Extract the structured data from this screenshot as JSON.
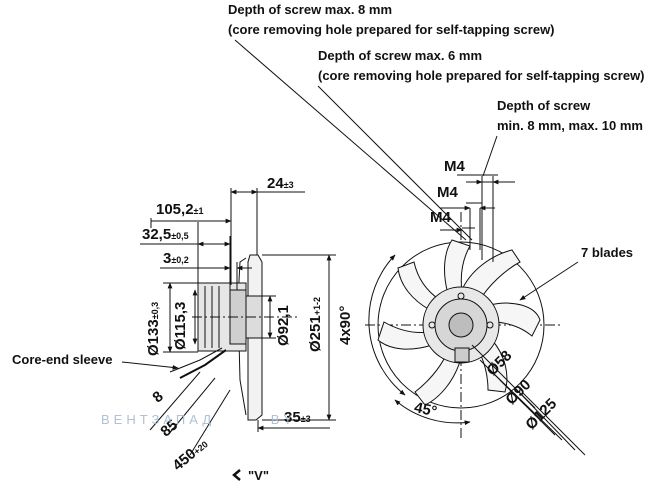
{
  "notes": {
    "screw1_line1": "Depth of screw max. 8 mm",
    "screw1_line2": "(core removing hole prepared for self-tapping screw)",
    "screw2_line1": "Depth of screw max. 6 mm",
    "screw2_line2": "(core removing hole prepared for self-tapping screw)",
    "screw3_line1": "Depth of screw",
    "screw3_line2": "min. 8 mm, max. 10 mm"
  },
  "threads": {
    "m4_a": "M4",
    "m4_b": "M4",
    "m4_c": "M4"
  },
  "side_view": {
    "dim_24": {
      "value": "24",
      "tol": "±3"
    },
    "dim_105": {
      "value": "105,2",
      "tol": "±1"
    },
    "dim_32": {
      "value": "32,5",
      "tol": "±0,5"
    },
    "dim_3": {
      "value": "3",
      "tol": "±0,2"
    },
    "dim_d133": {
      "value": "Ø133",
      "tol": "±0,3"
    },
    "dim_d115": {
      "value": "Ø115,3",
      "tol": ""
    },
    "dim_d92": {
      "value": "Ø92,1",
      "tol": ""
    },
    "dim_d251": {
      "value": "Ø251",
      "tol_up": "+1",
      "tol_down": "-2"
    },
    "dim_8": {
      "value": "8",
      "tol": ""
    },
    "dim_85": {
      "value": "85",
      "tol": ""
    },
    "dim_450": {
      "value": "450",
      "tol": "+20"
    },
    "dim_35": {
      "value": "35",
      "tol": "±3"
    },
    "core_sleeve": "Core-end sleeve",
    "view_marker": "\"V\""
  },
  "front_view": {
    "blades": "7 blades",
    "angle_4x90": "4x90°",
    "angle_45": "45°",
    "d58": "Ø58",
    "d90": "Ø90",
    "d125": "Ø125"
  },
  "watermark": "ВЕНТЗАПАД",
  "watermark_tail": "BY"
}
